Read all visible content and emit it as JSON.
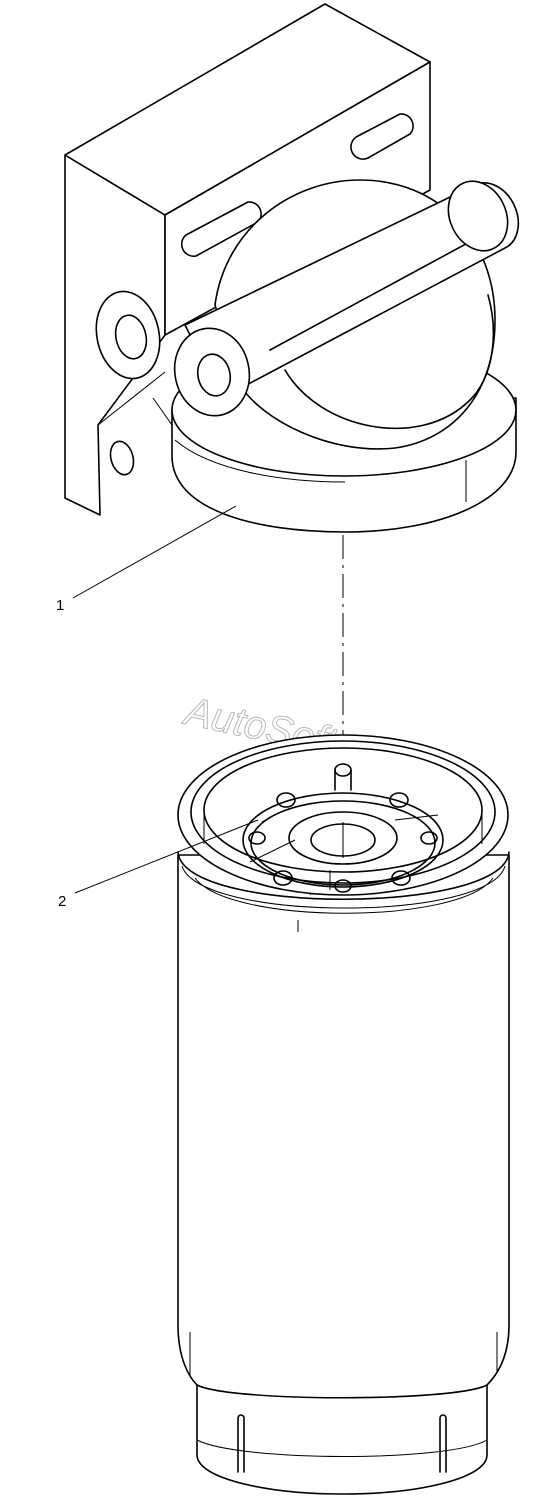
{
  "diagram": {
    "callouts": [
      {
        "number": "1",
        "part": "filter-head"
      },
      {
        "number": "2",
        "part": "filter-cartridge"
      }
    ],
    "watermark": "AutoSoft",
    "colors": {
      "line": "#000000",
      "background": "#ffffff",
      "watermark": "#b8b8b8"
    }
  }
}
